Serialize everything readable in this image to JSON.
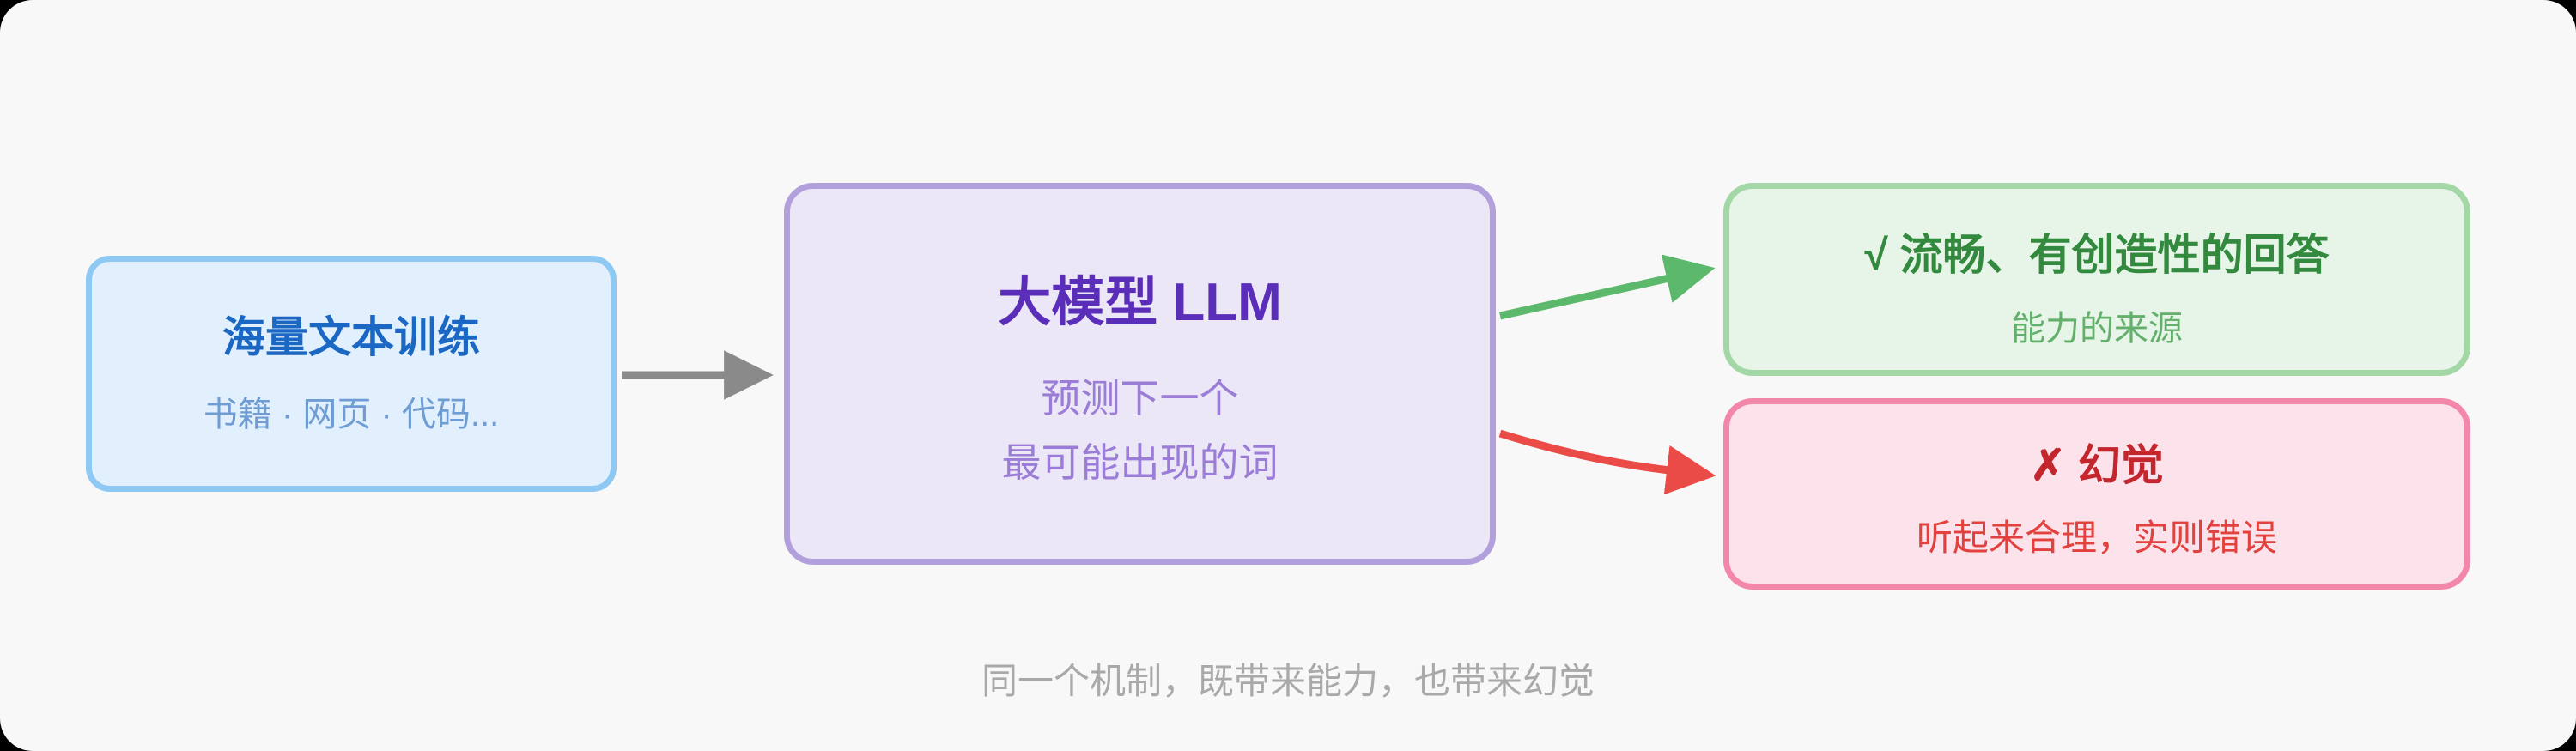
{
  "diagram": {
    "nodes": {
      "training": {
        "title": "海量文本训练",
        "subtitle": "书籍 · 网页 · 代码...",
        "fill": "#e1f0fc",
        "border": "#8dc9f3",
        "title_color": "#1a67c4",
        "subtitle_color": "#6e9cd3"
      },
      "llm": {
        "title": "大模型 LLM",
        "subtitle_line1": "预测下一个",
        "subtitle_line2": "最可能出现的词",
        "fill": "#ece7f7",
        "border": "#b2a0dc",
        "title_color": "#5a2eb8",
        "subtitle_color": "#9b7cd6"
      },
      "fluent": {
        "title": "√ 流畅、有创造性的回答",
        "subtitle": "能力的来源",
        "fill": "#e7f4e8",
        "border": "#a3d7a6",
        "title_color": "#338a3e",
        "subtitle_color": "#63b06c"
      },
      "hallucination": {
        "title": "✗ 幻觉",
        "subtitle": "听起来合理，实则错误",
        "fill": "#fbe2eb",
        "border": "#f287a9",
        "title_color": "#c3262d",
        "subtitle_color": "#e2413d"
      }
    },
    "arrows": {
      "training_to_llm": {
        "color": "#8a8a8a"
      },
      "llm_to_fluent": {
        "color": "#5cb86b"
      },
      "llm_to_hallucination": {
        "color": "#ea4b47"
      }
    },
    "caption": "同一个机制，既带来能力，也带来幻觉",
    "canvas_background": "#f8f8f8"
  }
}
